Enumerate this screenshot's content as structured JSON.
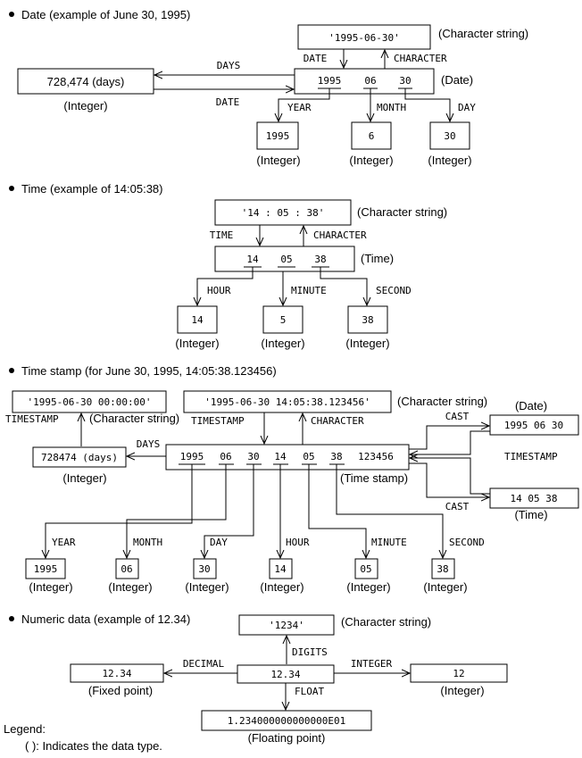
{
  "sections": {
    "date": {
      "title": "Date (example of June 30, 1995)",
      "string_value": "'1995-06-30'",
      "string_type": "(Character string)",
      "days_value": "728,474 (days)",
      "days_type": "(Integer)",
      "date_parts": [
        "1995",
        "06",
        "30"
      ],
      "date_type": "(Date)",
      "labels": {
        "days": "DAYS",
        "date_from_days": "DATE",
        "date_from_string": "DATE",
        "character": "CHARACTER",
        "year": "YEAR",
        "month": "MONTH",
        "day": "DAY"
      },
      "results": [
        {
          "value": "1995",
          "type": "(Integer)"
        },
        {
          "value": "6",
          "type": "(Integer)"
        },
        {
          "value": "30",
          "type": "(Integer)"
        }
      ]
    },
    "time": {
      "title": "Time (example of 14:05:38)",
      "string_value": "'14 : 05 : 38'",
      "string_type": "(Character string)",
      "time_parts": [
        "14",
        "05",
        "38"
      ],
      "time_type": "(Time)",
      "labels": {
        "time": "TIME",
        "character": "CHARACTER",
        "hour": "HOUR",
        "minute": "MINUTE",
        "second": "SECOND"
      },
      "results": [
        {
          "value": "14",
          "type": "(Integer)"
        },
        {
          "value": "5",
          "type": "(Integer)"
        },
        {
          "value": "38",
          "type": "(Integer)"
        }
      ]
    },
    "timestamp": {
      "title": "Time stamp (for June 30, 1995, 14:05:38.123456)",
      "string_midnight": "'1995-06-30 00:00:00'",
      "string_midnight_type": "(Character string)",
      "string_full": "'1995-06-30 14:05:38.123456'",
      "string_full_type": "(Character string)",
      "days_value": "728474 (days)",
      "days_type": "(Integer)",
      "ts_parts": [
        "1995",
        "06",
        "30",
        "14",
        "05",
        "38",
        "123456"
      ],
      "ts_type": "(Time stamp)",
      "date_result": "1995 06 30",
      "date_result_type": "(Date)",
      "time_result": "14 05 38",
      "time_result_type": "(Time)",
      "labels": {
        "timestamp_left": "TIMESTAMP",
        "timestamp_mid": "TIMESTAMP",
        "character": "CHARACTER",
        "days": "DAYS",
        "cast_top": "CAST",
        "cast_bottom": "CAST",
        "timestamp_right": "TIMESTAMP",
        "year": "YEAR",
        "month": "MONTH",
        "day": "DAY",
        "hour": "HOUR",
        "minute": "MINUTE",
        "second": "SECOND"
      },
      "results": [
        {
          "value": "1995",
          "type": "(Integer)"
        },
        {
          "value": "06",
          "type": "(Integer)"
        },
        {
          "value": "30",
          "type": "(Integer)"
        },
        {
          "value": "14",
          "type": "(Integer)"
        },
        {
          "value": "05",
          "type": "(Integer)"
        },
        {
          "value": "38",
          "type": "(Integer)"
        }
      ]
    },
    "numeric": {
      "title": "Numeric data (example of 12.34)",
      "string_value": "'1234'",
      "string_type": "(Character string)",
      "center_value": "12.34",
      "fixed_value": "12.34",
      "fixed_type": "(Fixed point)",
      "integer_value": "12",
      "integer_type": "(Integer)",
      "float_value": "1.234000000000000E01",
      "float_type": "(Floating point)",
      "labels": {
        "digits": "DIGITS",
        "decimal": "DECIMAL",
        "integer": "INTEGER",
        "float": "FLOAT"
      }
    }
  },
  "legend": {
    "title": "Legend:",
    "text": "( ): Indicates the data type."
  }
}
